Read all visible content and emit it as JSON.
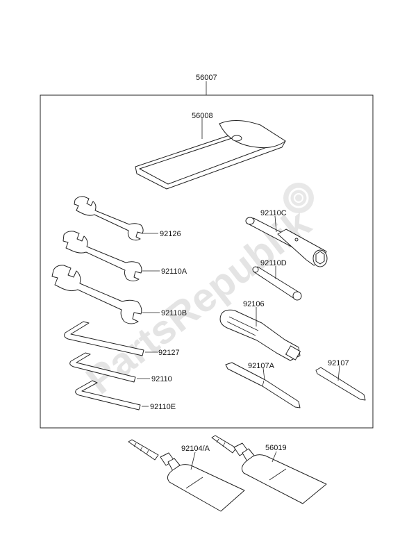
{
  "labels": {
    "kit": "56007",
    "pouch": "56008",
    "w1": "92126",
    "w2": "92110A",
    "w3": "92110B",
    "hex1": "92127",
    "hex2": "92110",
    "hex3": "92110E",
    "spark1": "92110C",
    "spark2": "92110D",
    "handle": "92106",
    "bit1": "92107A",
    "bit2": "92107",
    "tube1": "92104/A",
    "tube2": "56019"
  },
  "watermark": "PartsRepublik"
}
